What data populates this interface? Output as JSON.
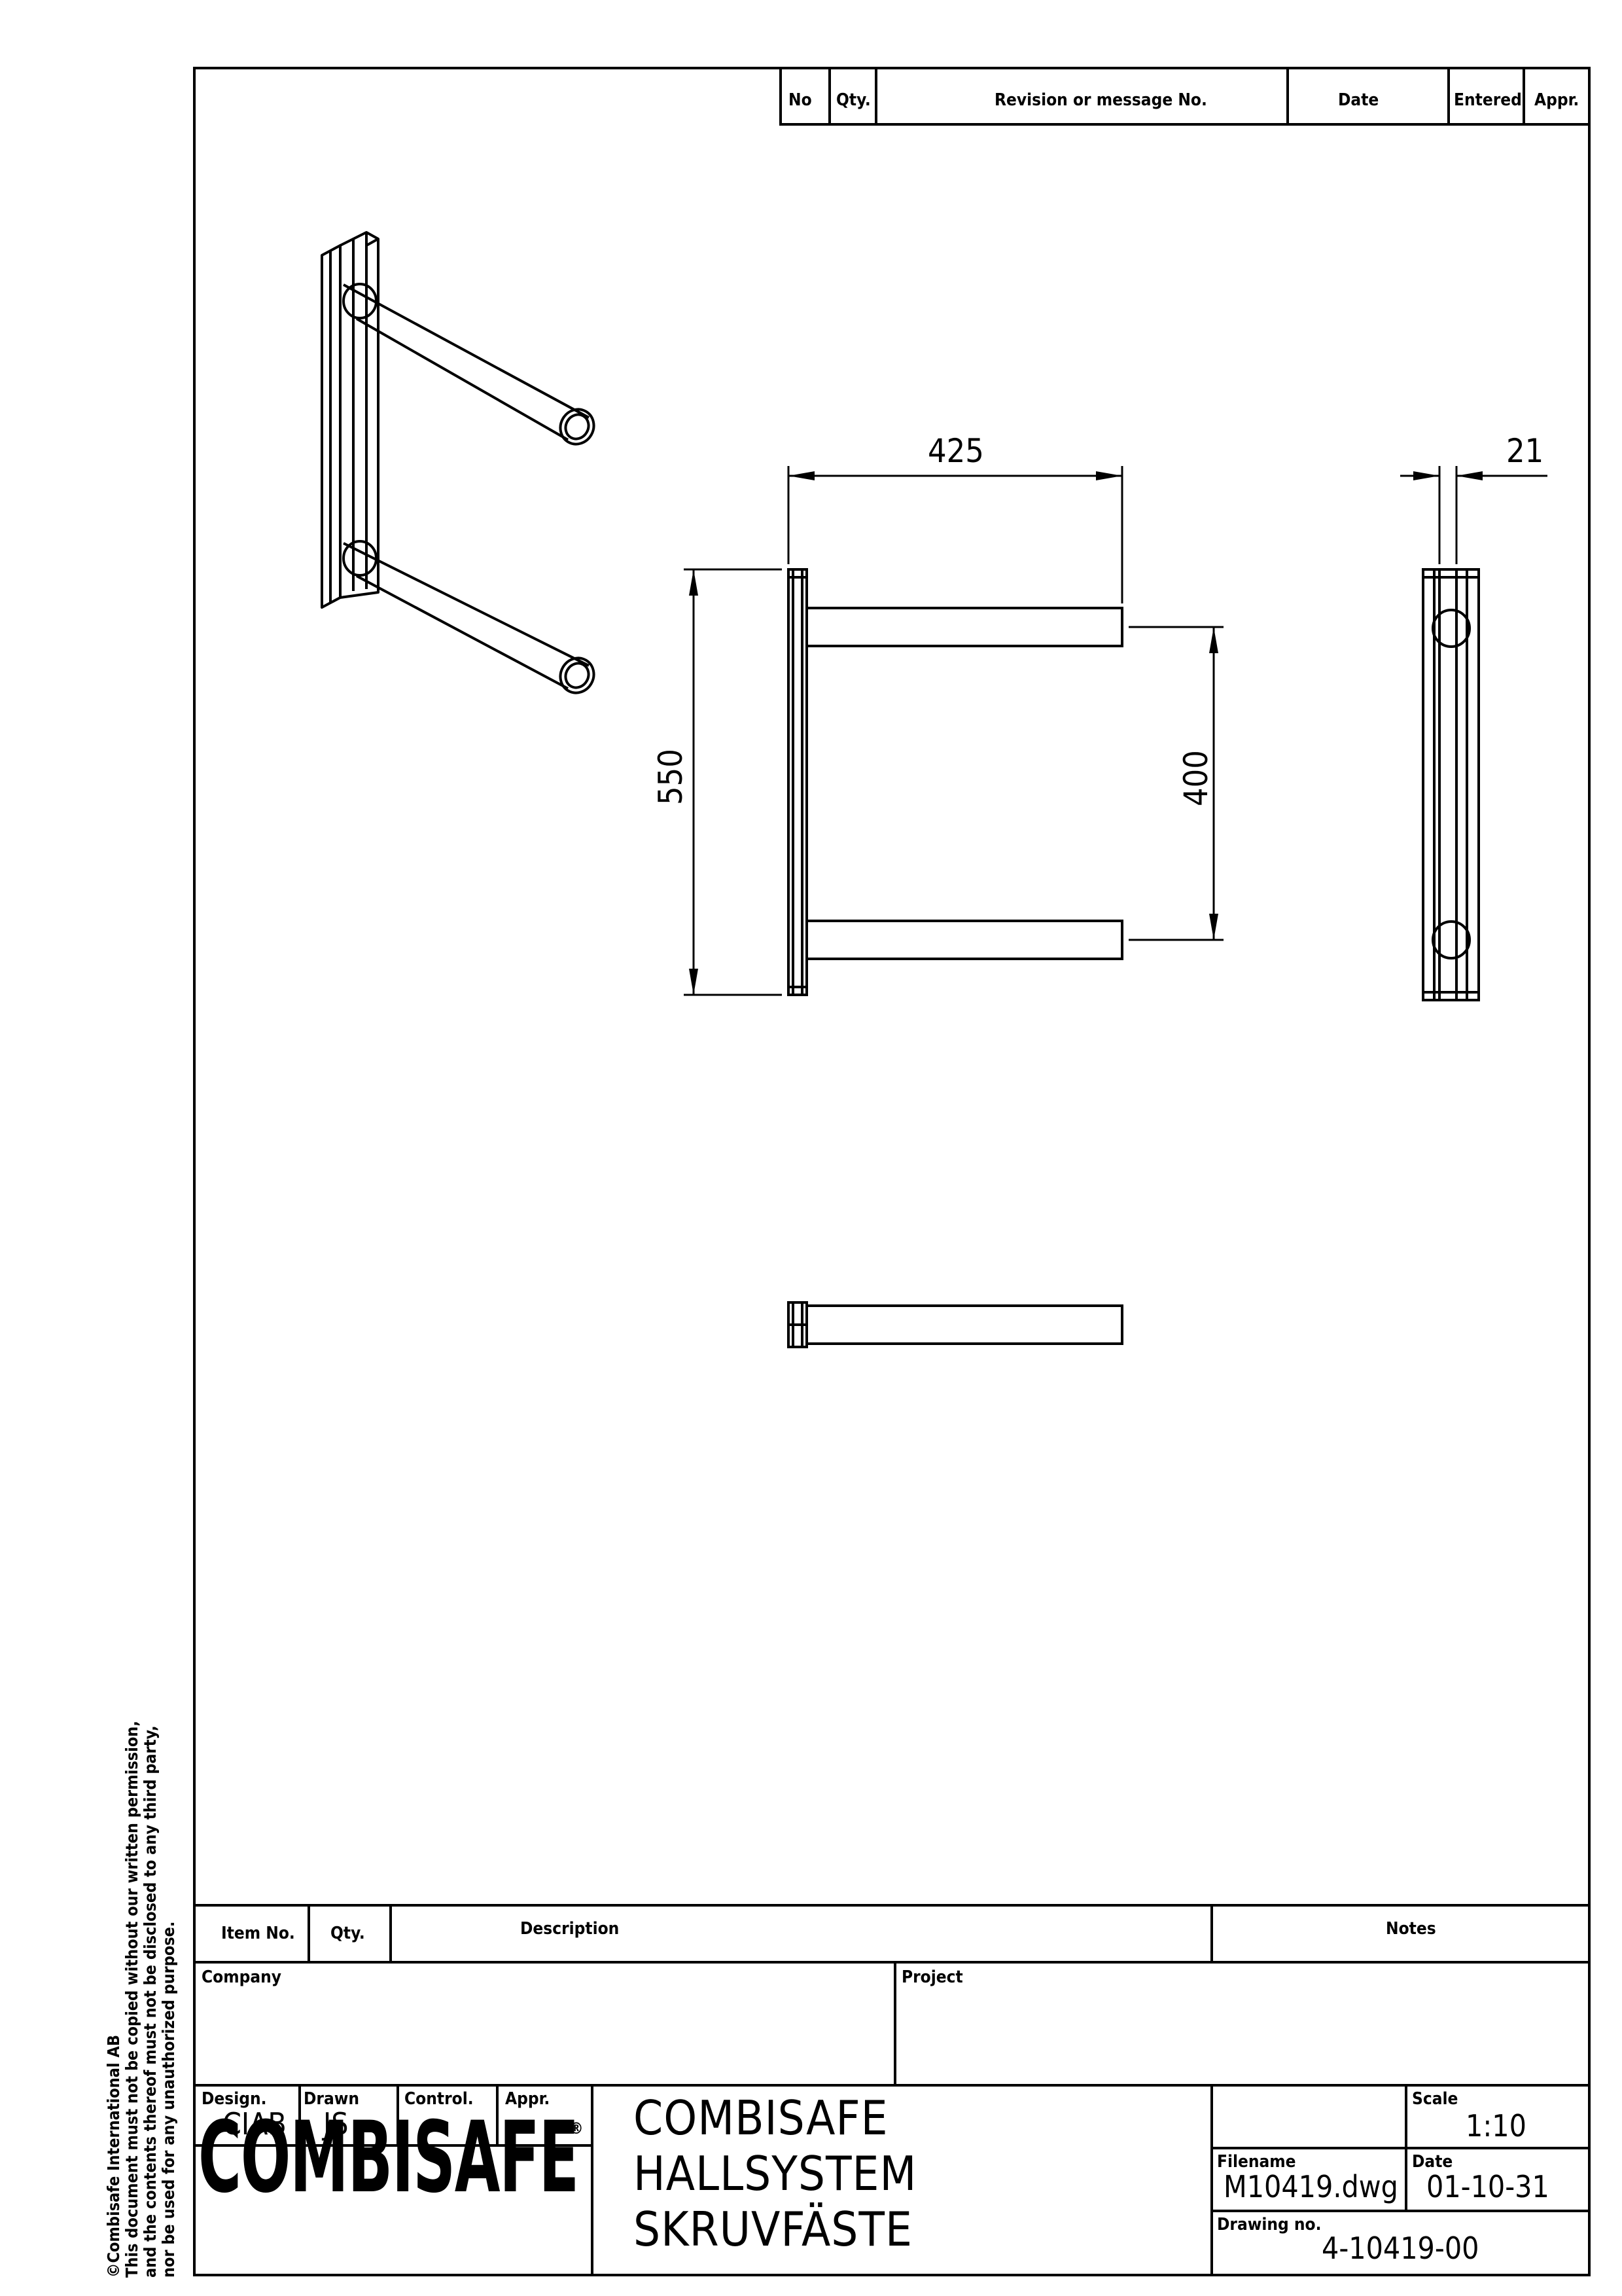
{
  "copyright": {
    "lines": [
      "©Combisafe International AB",
      "This document must not be copied without our written permission,",
      "and the contents thereof must not be disclosed to any third party,",
      "nor be used for any unauthorized purpose."
    ]
  },
  "revision_table": {
    "headers": {
      "no": "No",
      "qty": "Qty.",
      "revision": "Revision or message No.",
      "date": "Date",
      "entered": "Entered",
      "appr": "Appr."
    }
  },
  "dimensions": {
    "width": "425",
    "height": "550",
    "spacing": "400",
    "thickness": "21"
  },
  "parts_list": {
    "headers": {
      "item_no": "Item No.",
      "qty": "Qty.",
      "description": "Description",
      "notes": "Notes"
    }
  },
  "title_block": {
    "company_label": "Company",
    "project_label": "Project",
    "design_label": "Design.",
    "design_value": "CIAB",
    "drawn_label": "Drawn",
    "drawn_value": "JS",
    "control_label": "Control.",
    "appr_label": "Appr.",
    "title_lines": [
      "COMBISAFE",
      "HALLSYSTEM",
      "SKRUVFÄSTE"
    ],
    "scale_label": "Scale",
    "scale_value": "1:10",
    "filename_label": "Filename",
    "filename_value": "M10419.dwg",
    "date_label": "Date",
    "date_value": "01-10-31",
    "drawing_no_label": "Drawing no.",
    "drawing_no_value": "4-10419-00"
  },
  "logo": {
    "text": "COMBISAFE",
    "registered": "®"
  }
}
